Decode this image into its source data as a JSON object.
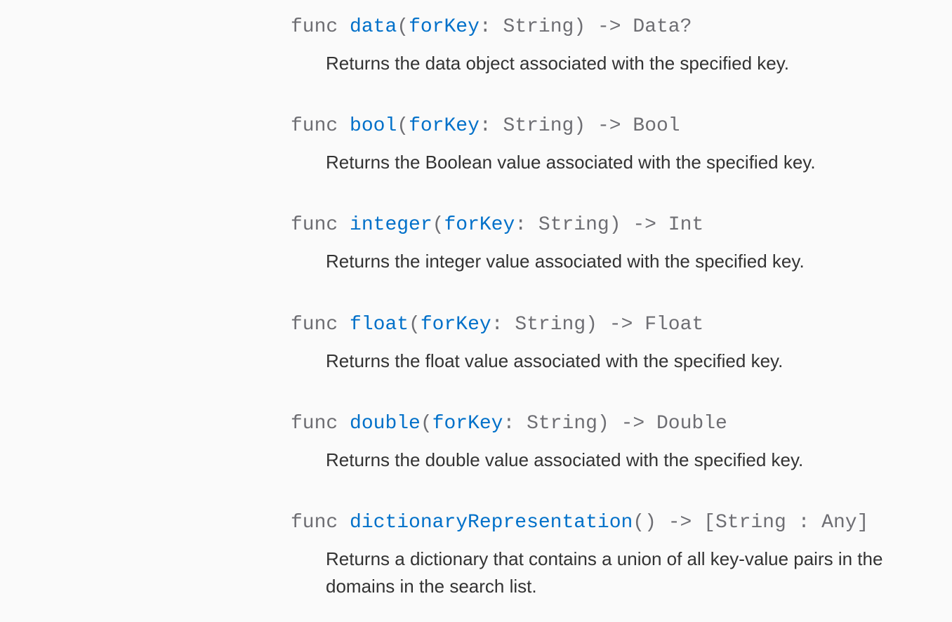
{
  "symbols": [
    {
      "keyword": "func",
      "name": "data",
      "open": "(",
      "param": "forKey",
      "colon": ":",
      "param_type": "String",
      "close": ")",
      "arrow": "->",
      "return_type": "Data?",
      "abstract": "Returns the data object associated with the specified key."
    },
    {
      "keyword": "func",
      "name": "bool",
      "open": "(",
      "param": "forKey",
      "colon": ":",
      "param_type": "String",
      "close": ")",
      "arrow": "->",
      "return_type": "Bool",
      "abstract": "Returns the Boolean value associated with the specified key."
    },
    {
      "keyword": "func",
      "name": "integer",
      "open": "(",
      "param": "forKey",
      "colon": ":",
      "param_type": "String",
      "close": ")",
      "arrow": "->",
      "return_type": "Int",
      "abstract": "Returns the integer value associated with the specified key."
    },
    {
      "keyword": "func",
      "name": "float",
      "open": "(",
      "param": "forKey",
      "colon": ":",
      "param_type": "String",
      "close": ")",
      "arrow": "->",
      "return_type": "Float",
      "abstract": "Returns the float value associated with the specified key."
    },
    {
      "keyword": "func",
      "name": "double",
      "open": "(",
      "param": "forKey",
      "colon": ":",
      "param_type": "String",
      "close": ")",
      "arrow": "->",
      "return_type": "Double",
      "abstract": "Returns the double value associated with the specified key."
    },
    {
      "keyword": "func",
      "name": "dictionaryRepresentation",
      "open": "(",
      "param": "",
      "colon": "",
      "param_type": "",
      "close": ")",
      "arrow": "->",
      "return_type": "[String : Any]",
      "abstract": "Returns a dictionary that contains a union of all key-value pairs in the domains in the search list."
    }
  ],
  "colors": {
    "background": "#fafafa",
    "symbol_link": "#0070c9",
    "declaration_text": "#6e6e73",
    "body_text": "#333333"
  }
}
